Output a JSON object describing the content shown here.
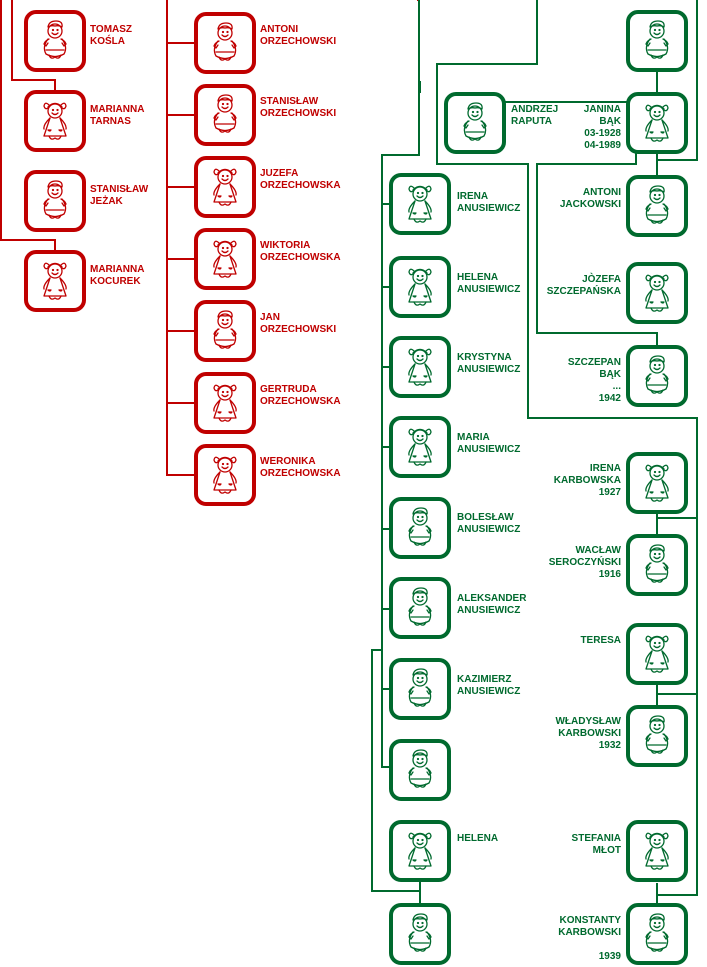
{
  "colors": {
    "red": "#c00000",
    "green": "#006a2e"
  },
  "people": [
    {
      "id": "tomasz_kosla",
      "name": "TOMASZ\nKOŚLA",
      "gender": "male",
      "color": "red"
    },
    {
      "id": "marianna_tarnas",
      "name": "MARIANNA\nTARNAS",
      "gender": "female",
      "color": "red"
    },
    {
      "id": "stanislaw_jezak",
      "name": "STANISŁAW\nJEŻAK",
      "gender": "male",
      "color": "red"
    },
    {
      "id": "marianna_kocurek",
      "name": "MARIANNA\nKOCUREK",
      "gender": "female",
      "color": "red"
    },
    {
      "id": "antoni_orzechowski",
      "name": "ANTONI\nORZECHOWSKI",
      "gender": "male",
      "color": "red"
    },
    {
      "id": "stanislaw_orzechowski",
      "name": "STANISŁAW\nORZECHOWSKI",
      "gender": "male",
      "color": "red"
    },
    {
      "id": "juzefa_orzechowska",
      "name": "JUZEFA\nORZECHOWSKA",
      "gender": "female",
      "color": "red"
    },
    {
      "id": "wiktoria_orzechowska",
      "name": "WIKTORIA\nORZECHOWSKA",
      "gender": "female",
      "color": "red"
    },
    {
      "id": "jan_orzechowski",
      "name": "JAN\nORZECHOWSKI",
      "gender": "male",
      "color": "red"
    },
    {
      "id": "gertruda_orzechowska",
      "name": "GERTRUDA\nORZECHOWSKA",
      "gender": "female",
      "color": "red"
    },
    {
      "id": "weronika_orzechowska",
      "name": "WERONIKA\nORZECHOWSKA",
      "gender": "female",
      "color": "red"
    },
    {
      "id": "unknown_top_male",
      "name": "",
      "gender": "male",
      "color": "green"
    },
    {
      "id": "andrzej_raputa",
      "name": "ANDRZEJ\nRAPUTA",
      "gender": "male",
      "color": "green"
    },
    {
      "id": "janina_bak",
      "name": "JANINA\nBĄK\n03-1928\n04-1989",
      "gender": "female",
      "color": "green"
    },
    {
      "id": "antoni_jackowski",
      "name": "ANTONI\nJACKOWSKI",
      "gender": "male",
      "color": "green"
    },
    {
      "id": "jozefa_szczepanska",
      "name": "JÒZEFA\nSZCZEPAŃSKA",
      "gender": "female",
      "color": "green"
    },
    {
      "id": "szczepan_bak",
      "name": "SZCZEPAN\nBĄK\n...\n1942",
      "gender": "male",
      "color": "green"
    },
    {
      "id": "irena_anusiewicz",
      "name": "IRENA\nANUSIEWICZ",
      "gender": "female",
      "color": "green"
    },
    {
      "id": "helena_anusiewicz",
      "name": "HELENA\nANUSIEWICZ",
      "gender": "female",
      "color": "green"
    },
    {
      "id": "krystyna_anusiewicz",
      "name": "KRYSTYNA\nANUSIEWICZ",
      "gender": "female",
      "color": "green"
    },
    {
      "id": "maria_anusiewicz",
      "name": "MARIA\nANUSIEWICZ",
      "gender": "female",
      "color": "green"
    },
    {
      "id": "boleslaw_anusiewicz",
      "name": "BOLESŁAW\nANUSIEWICZ",
      "gender": "male",
      "color": "green"
    },
    {
      "id": "aleksander_anusiewicz",
      "name": "ALEKSANDER\nANUSIEWICZ",
      "gender": "male",
      "color": "green"
    },
    {
      "id": "kazimierz_anusiewicz",
      "name": "KAZIMIERZ\nANUSIEWICZ",
      "gender": "male",
      "color": "green"
    },
    {
      "id": "unknown_male_2",
      "name": "",
      "gender": "male",
      "color": "green"
    },
    {
      "id": "helena",
      "name": "HELENA",
      "gender": "female",
      "color": "green"
    },
    {
      "id": "unknown_male_bottom",
      "name": "",
      "gender": "male",
      "color": "green"
    },
    {
      "id": "irena_karbowska",
      "name": "IRENA\nKARBOWSKA\n1927",
      "gender": "female",
      "color": "green"
    },
    {
      "id": "waclaw_seroczynski",
      "name": "WACŁAW\nSEROCZYŃSKI\n1916",
      "gender": "male",
      "color": "green"
    },
    {
      "id": "teresa",
      "name": "TERESA",
      "gender": "female",
      "color": "green"
    },
    {
      "id": "wladyslaw_karbowski",
      "name": "WŁADYSŁAW\nKARBOWSKI\n1932",
      "gender": "male",
      "color": "green"
    },
    {
      "id": "stefania_mlot",
      "name": "STEFANIA\nMŁOT",
      "gender": "female",
      "color": "green"
    },
    {
      "id": "konstanty_karbowski",
      "name": "KONSTANTY\nKARBOWSKI\n\n1939",
      "gender": "male",
      "color": "green"
    }
  ]
}
